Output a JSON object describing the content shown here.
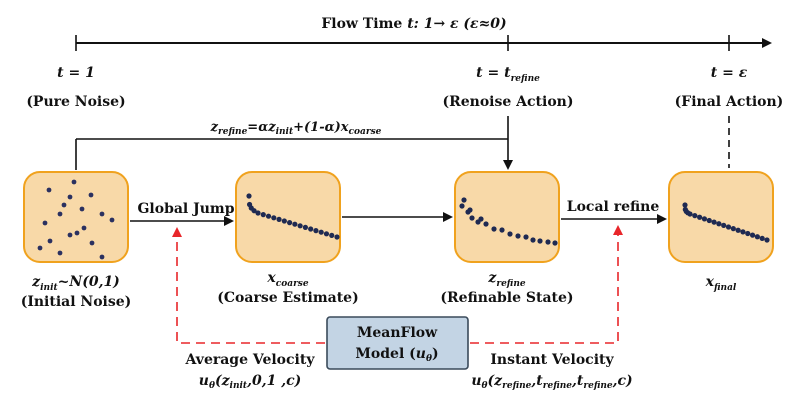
{
  "flow_time": {
    "label": "Flow Time ",
    "var": "t",
    "range": ": 1→ ε (ε≈0)"
  },
  "timepoints": {
    "t1": {
      "lhs": "t",
      "rhs": "= 1",
      "caption": "(Pure Noise)"
    },
    "trefine": {
      "lhs": "t",
      "rhs": "= t",
      "sub": "refine",
      "caption": "(Renoise Action)"
    },
    "teps": {
      "lhs": "t",
      "rhs": "= ε",
      "caption": "(Final Action)"
    }
  },
  "formula": {
    "z": "z",
    "z_sub": "refine",
    "eq": "=αz",
    "init_sub": "init",
    "plus": "+(1-α)x",
    "coarse_sub": "coarse"
  },
  "stages": {
    "initial": {
      "var": "z",
      "sub": "init",
      "dist": "~N(0,1)",
      "caption": "(Initial Noise)"
    },
    "coarse": {
      "var": "x",
      "sub": "coarse",
      "caption": "(Coarse Estimate)"
    },
    "refinable": {
      "var": "z",
      "sub": "refine",
      "caption": "(Refinable State)"
    },
    "final": {
      "var": "x",
      "sub": "final"
    }
  },
  "edges": {
    "global_jump": "Global Jump",
    "local_refine": "Local refine"
  },
  "model": {
    "line1": "MeanFlow",
    "line2_pre": "Model (",
    "line2_var": "u",
    "line2_sub": "θ",
    "line2_post": ")"
  },
  "velocities": {
    "average": {
      "title": "Average Velocity",
      "u": "u",
      "u_sub": "θ",
      "args_pre": "(z",
      "args_sub": "init",
      "args_post": ",0,1 ,c)"
    },
    "instant": {
      "title": "Instant Velocity",
      "u": "u",
      "u_sub": "θ",
      "a1": "(z",
      "s1": "refine",
      "a2": ",t",
      "s2": "refine",
      "a3": ",t",
      "s3": "refine",
      "a4": ",c)"
    }
  },
  "colors": {
    "box_fill": "#f8d9a8",
    "box_stroke": "#f0a21e",
    "dot": "#1f2a52",
    "noise_dot": "#2b3160",
    "model_fill": "#c3d4e4",
    "model_stroke": "#3a4a5a",
    "dashed": "#e8262a"
  }
}
